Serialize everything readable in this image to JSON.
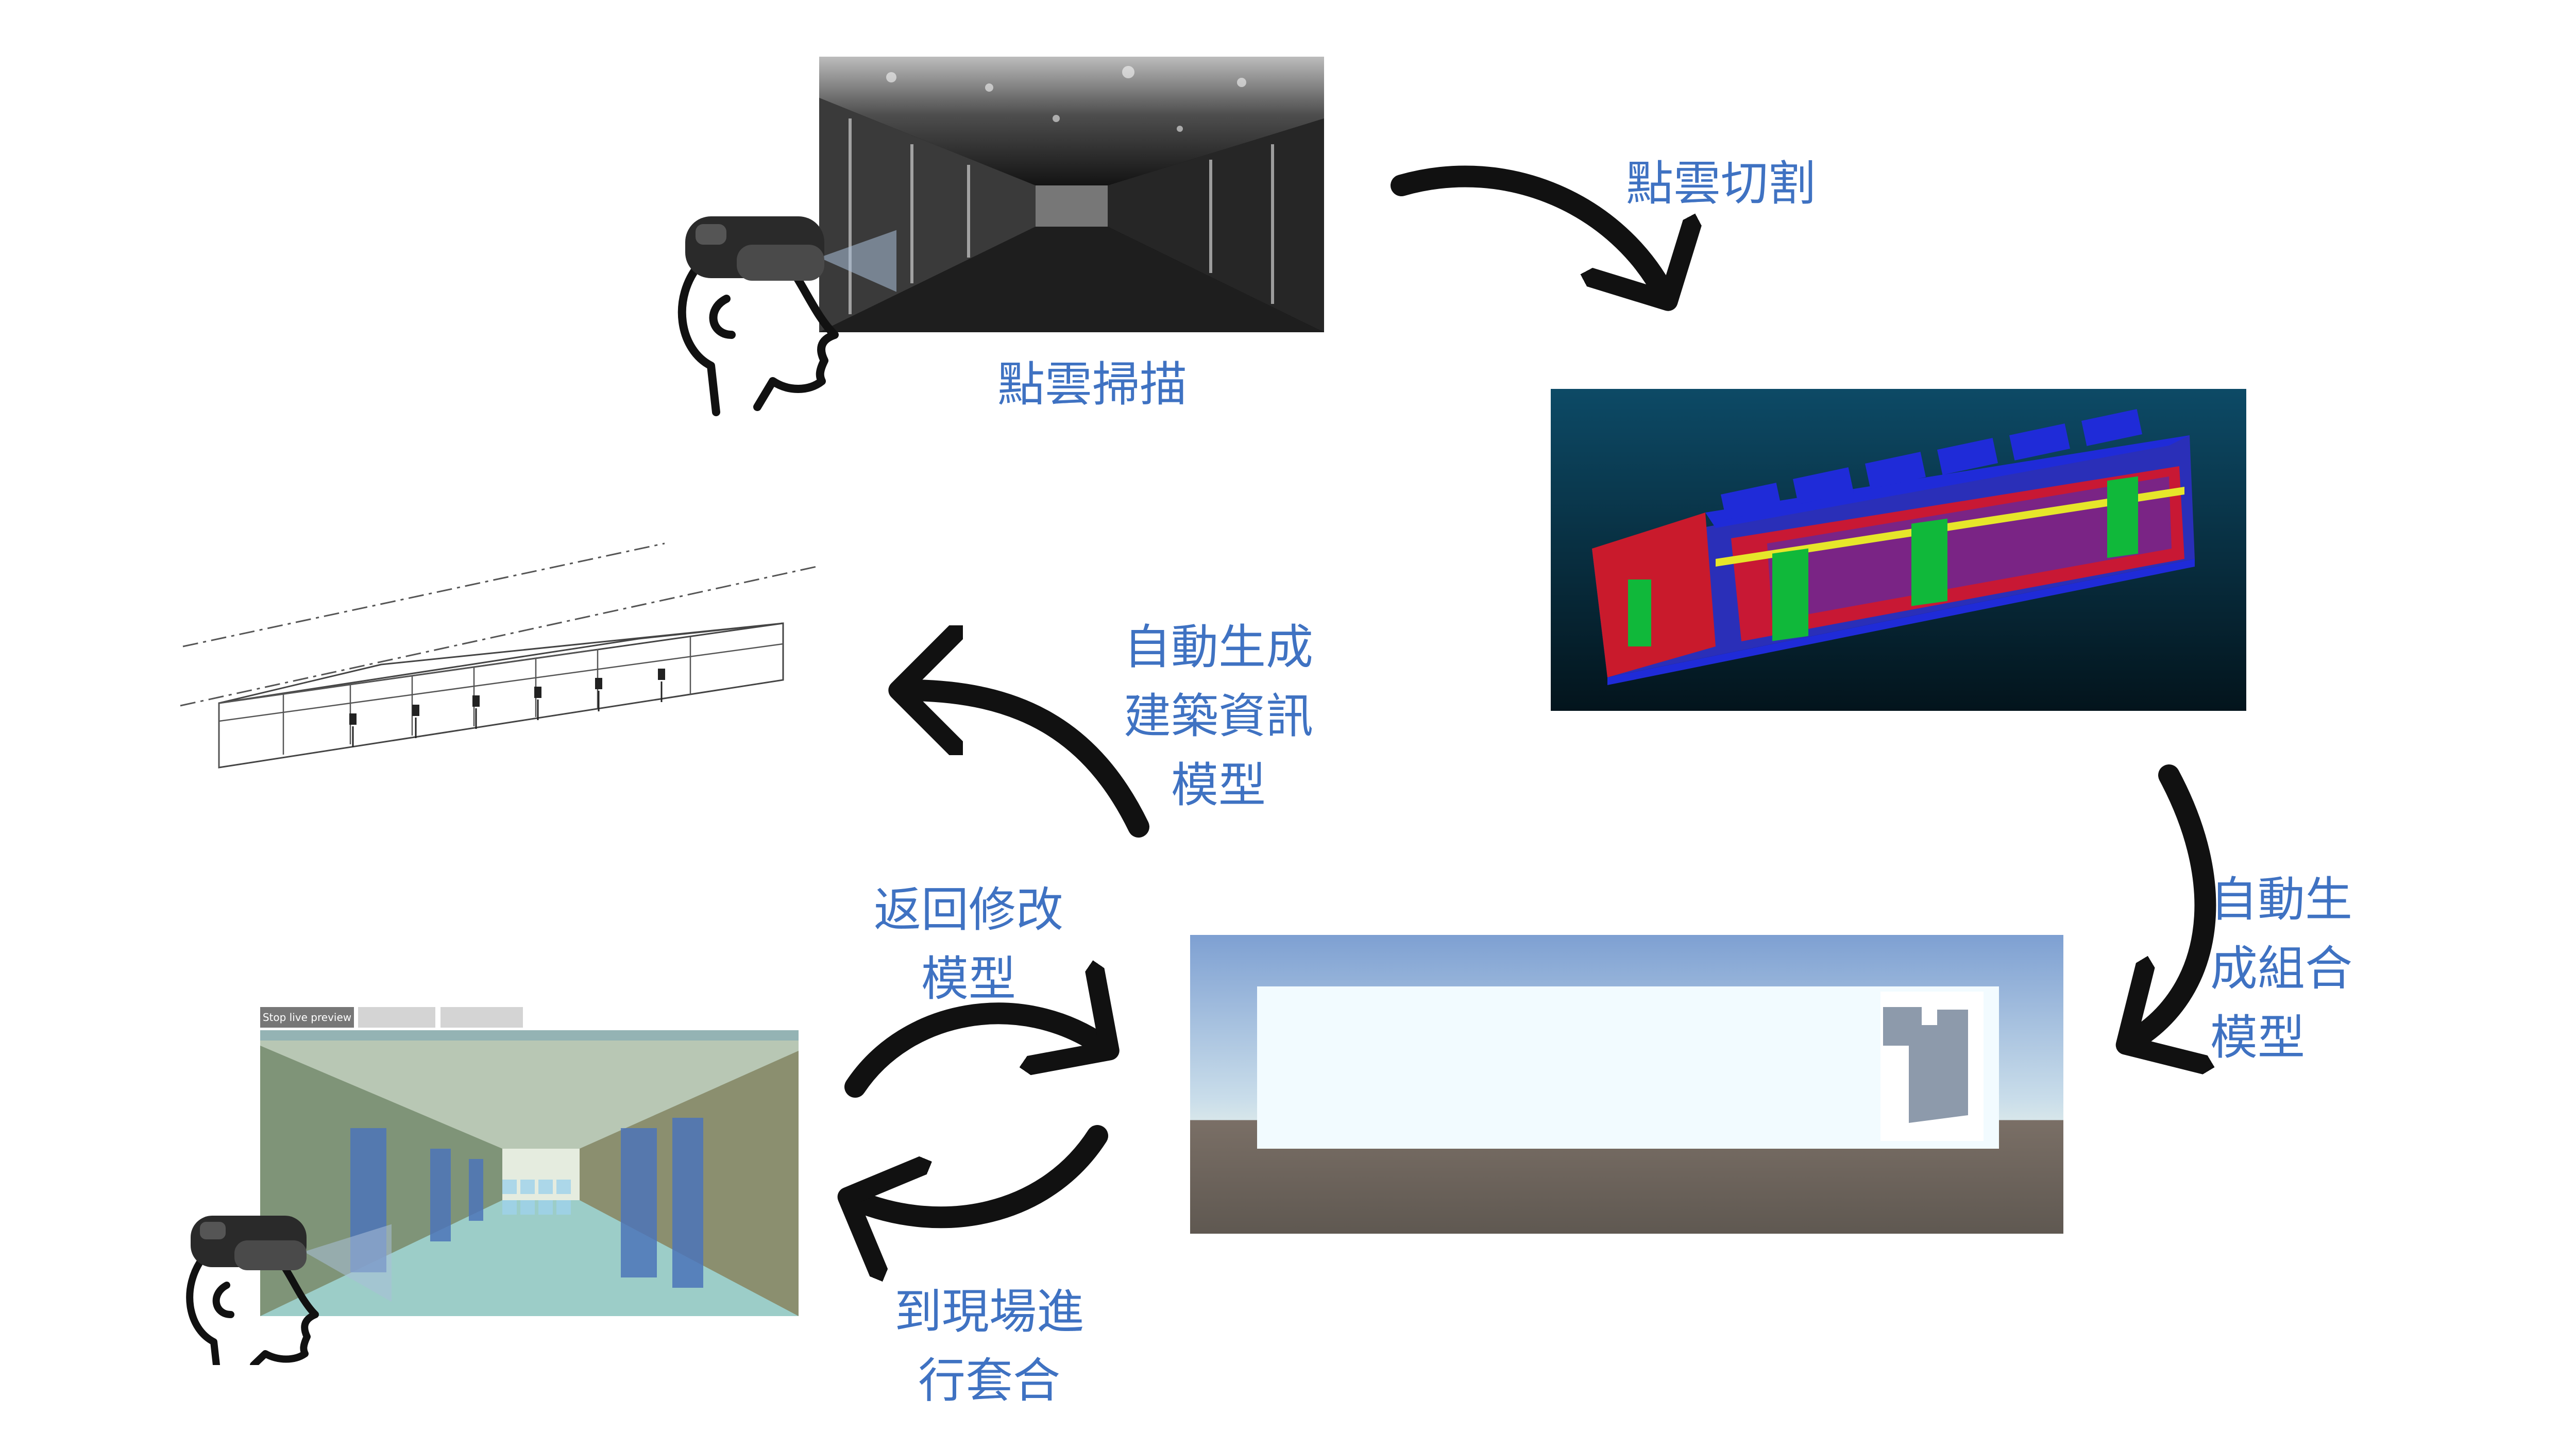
{
  "steps": {
    "scan": "點雲掃描",
    "segment": "點雲切割",
    "assemble": [
      "自動生",
      "成組合",
      "模型"
    ],
    "bim": [
      "自動生成",
      "建築資訊",
      "模型"
    ],
    "revise": [
      "返回修改",
      "模型"
    ],
    "fit": [
      "到現場進",
      "行套合"
    ]
  },
  "ar_toolbar": {
    "live_preview_button": "Stop live preview"
  },
  "colors": {
    "label": "#3f72c2",
    "arrow": "#111111",
    "cloud_blue": "#1f2bd8",
    "cloud_red": "#e4141c",
    "cloud_green": "#10b83a",
    "cloud_yellow": "#e6e62a",
    "scene_bg": "#0b3b52"
  },
  "icons": [
    "ar-headset-icon",
    "human-head-icon"
  ]
}
